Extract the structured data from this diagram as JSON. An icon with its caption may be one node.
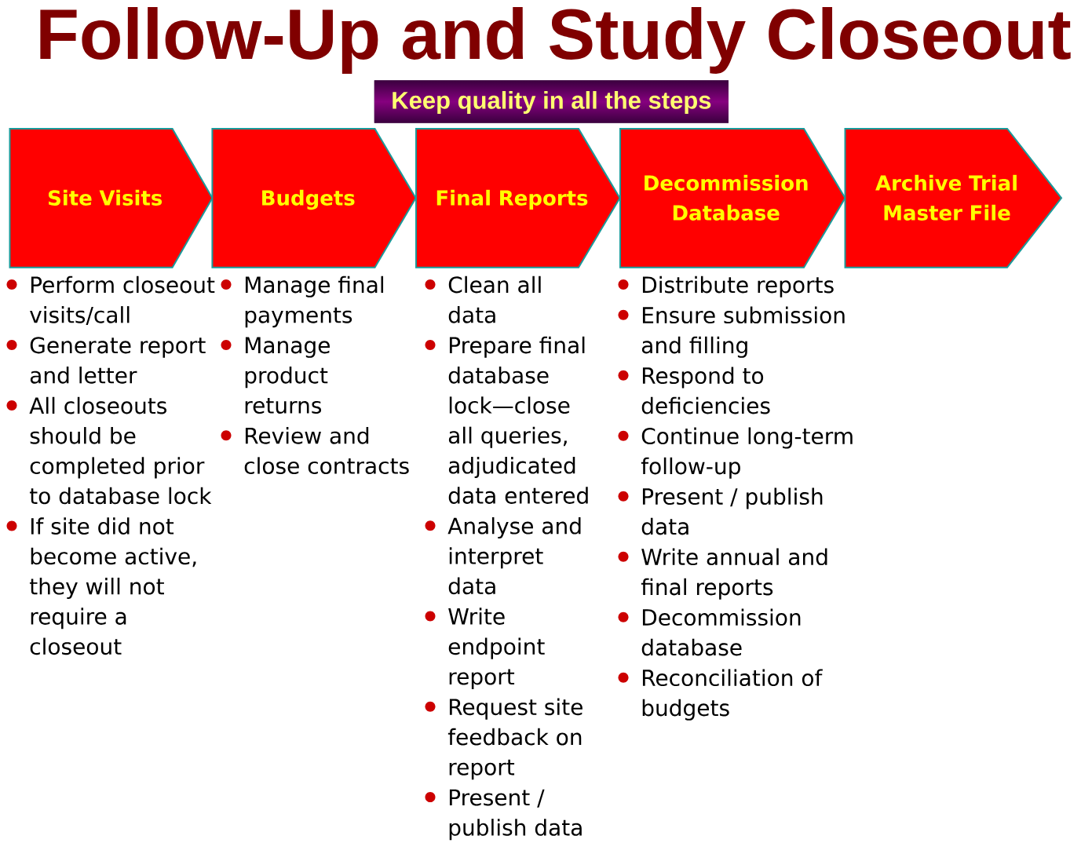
{
  "diagram": {
    "title": "Follow-Up and Study Closeout",
    "nodes": [
      {
        "text": [
          "Keep quality in all the steps"
        ]
      },
      {
        "text": [
          "Site Visits"
        ],
        "beside": [
          "Perform closeout visits/call",
          "Generate report and letter",
          "All closeouts should be completed prior to database lock",
          "If site did not become active, they will not require a closeout"
        ]
      },
      {
        "text": [
          "Budgets"
        ],
        "beside": [
          "Manage final payments",
          "Manage product returns",
          "Review and close contracts"
        ]
      },
      {
        "text": [
          "Final Reports"
        ],
        "beside": [
          "Clean all data",
          "Prepare final database lock—close all queries, adjudicated data entered",
          "Analyse and interpret data",
          "Write endpoint report",
          "Request site feedback on report",
          "Present / publish data"
        ]
      },
      {
        "text": [
          "Decommission Database"
        ],
        "beside": [
          "Distribute reports",
          "Ensure submission and filling",
          "Respond to deficiencies",
          "Continue long-term follow-up",
          "Present / publish data",
          "Write annual and final reports",
          "Decommission database",
          "Reconciliation of budgets"
        ]
      },
      {
        "text": [
          "Archive Trial Master File"
        ]
      }
    ]
  }
}
